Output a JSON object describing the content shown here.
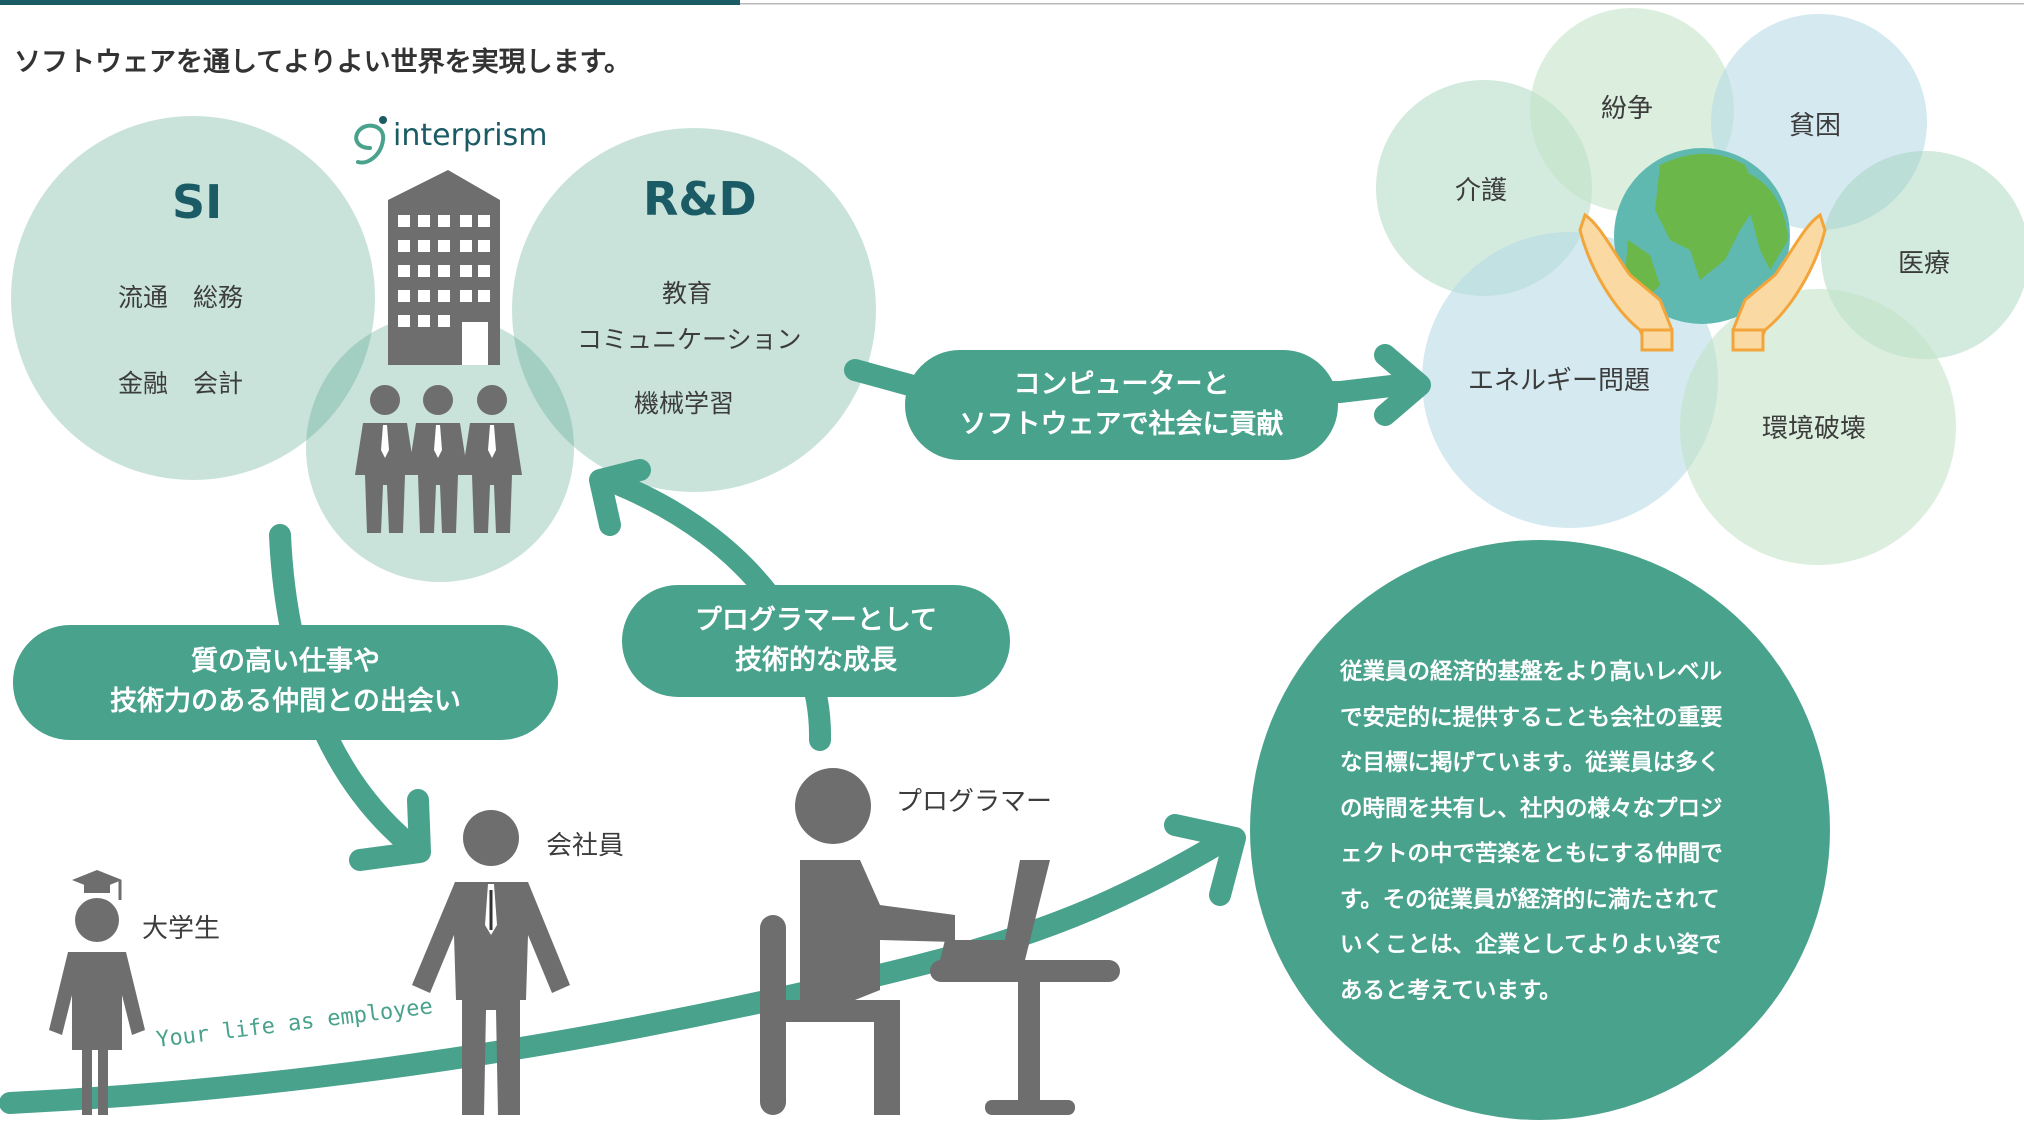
{
  "header": {
    "tagline": "ソフトウェアを通してよりよい世界を実現します。"
  },
  "logo": {
    "text": "interprism",
    "icon": "spiral-logo-icon"
  },
  "si": {
    "title": "SI",
    "items": [
      "流通　総務",
      "金融　会計"
    ]
  },
  "rd": {
    "title": "R&D",
    "items": [
      "教育",
      "コミュニケーション",
      "機械学習"
    ]
  },
  "pills": {
    "contribution": [
      "コンピューターと",
      "ソフトウェアで社会に貢献"
    ],
    "quality": [
      "質の高い仕事や",
      "技術力のある仲間との出会い"
    ],
    "growth": [
      "プログラマーとして",
      "技術的な成長"
    ]
  },
  "people": {
    "student": "大学生",
    "employee": "会社員",
    "programmer": "プログラマー"
  },
  "issues": {
    "dispute": "紛争",
    "poverty": "貧困",
    "care": "介護",
    "medical": "医療",
    "energy": "エネルギー問題",
    "environment": "環境破壊"
  },
  "life_curve": "Your life as employee",
  "statement": "従業員の経済的基盤をより高いレベルで安定的に提供することも会社の重要な目標に掲げています。従業員は多くの時間を共有し、社内の様々なプロジェクトの中で苦楽をともにする仲間です。その従業員が経済的に満たされていくことは、企業としてよりよい姿であると考えています。",
  "colors": {
    "accent": "#49a28c",
    "header_bar": "#1a5b66",
    "circle_green": "#cfe6dd",
    "figure_gray": "#6e6e6e",
    "title_dark": "#1a5b66"
  }
}
